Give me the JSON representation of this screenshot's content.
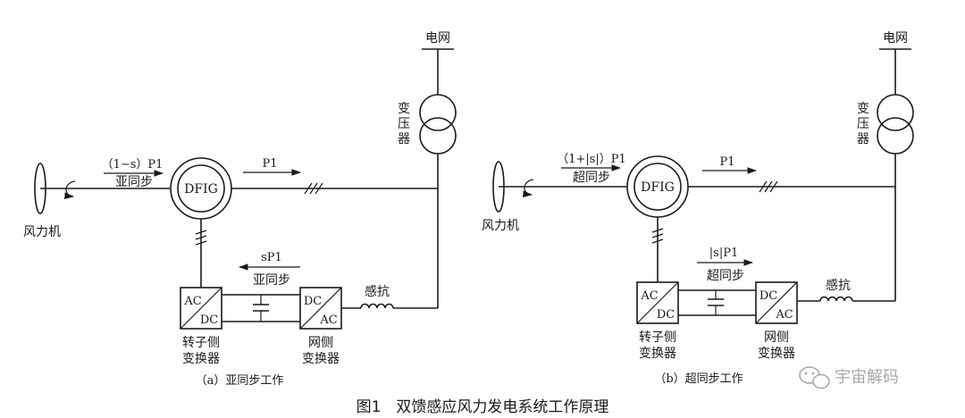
{
  "figure_caption": "图1　双馈感应风力发电系统工作原理",
  "watermark": {
    "name": "宇宙解码"
  },
  "panel_a": {
    "subcaption": "（a）亚同步工作",
    "grid": "电网",
    "transformer": [
      "变",
      "压",
      "器"
    ],
    "turbine": "风力机",
    "generator": "DFIG",
    "stator_power_in": "（1−s）P1",
    "stator_mode": "亚同步",
    "output_power": "P1",
    "rotor_power": "sP1",
    "rotor_mode": "亚同步",
    "reactor": "感抗",
    "rotor_converter": {
      "top": "AC",
      "bottom": "DC",
      "label1": "转子侧",
      "label2": "变换器"
    },
    "grid_converter": {
      "top": "DC",
      "bottom": "AC",
      "label1": "网侧",
      "label2": "变换器"
    }
  },
  "panel_b": {
    "subcaption": "（b）超同步工作",
    "grid": "电网",
    "transformer": [
      "变",
      "压",
      "器"
    ],
    "turbine": "风力机",
    "generator": "DFIG",
    "stator_power_in": "（1+|s|）P1",
    "stator_mode": "超同步",
    "output_power": "P1",
    "rotor_power": "|s|P1",
    "rotor_mode": "超同步",
    "reactor": "感抗",
    "rotor_converter": {
      "top": "AC",
      "bottom": "DC",
      "label1": "转子侧",
      "label2": "变换器"
    },
    "grid_converter": {
      "top": "DC",
      "bottom": "AC",
      "label1": "网侧",
      "label2": "变换器"
    }
  }
}
